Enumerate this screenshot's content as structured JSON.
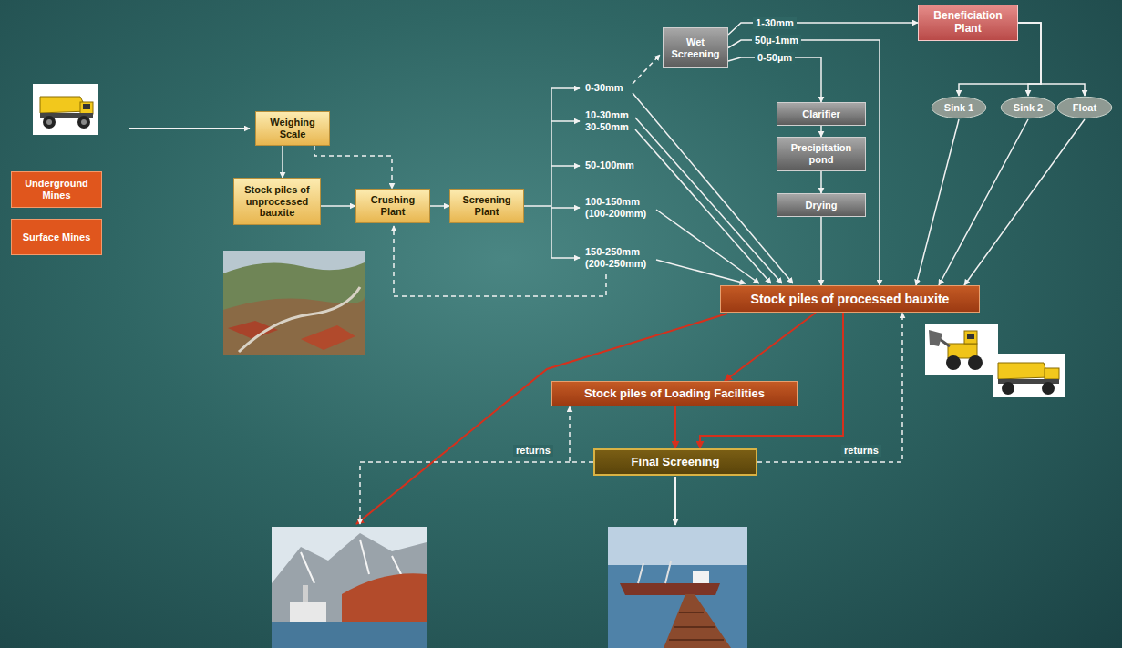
{
  "diagram": {
    "nodes": [
      {
        "text": [
          "Underground Mines"
        ]
      },
      {
        "text": [
          "Surface Mines"
        ]
      },
      {
        "text": [
          "Weighing Scale"
        ]
      },
      {
        "text": [
          "Stock piles of unprocessed bauxite"
        ]
      },
      {
        "text": [
          "Crushing Plant"
        ]
      },
      {
        "text": [
          "Screening Plant"
        ]
      },
      {
        "text": [
          "Wet Screening"
        ]
      },
      {
        "text": [
          "Beneficiation Plant"
        ]
      },
      {
        "text": [
          "Clarifier"
        ]
      },
      {
        "text": [
          "Precipitation pond"
        ]
      },
      {
        "text": [
          "Drying"
        ]
      },
      {
        "text": [
          "Sink 1"
        ]
      },
      {
        "text": [
          "Sink 2"
        ]
      },
      {
        "text": [
          "Float"
        ]
      },
      {
        "text": [
          "Stock piles of processed bauxite"
        ]
      },
      {
        "text": [
          "Stock piles of Loading Facilities"
        ]
      },
      {
        "text": [
          "Final Screening"
        ]
      }
    ],
    "edges": [
      {
        "from": 2,
        "to": 3,
        "arrow": "to"
      },
      {
        "from": 2,
        "to": 4,
        "arrow": "to"
      },
      {
        "from": 3,
        "to": 4,
        "arrow": "to"
      },
      {
        "from": 4,
        "to": 5,
        "arrow": "to"
      },
      {
        "from": 6,
        "to": 7,
        "label": "1-30mm",
        "arrow": "to"
      },
      {
        "from": 6,
        "to": 14,
        "label": "50µ-1mm",
        "arrow": "to"
      },
      {
        "from": 6,
        "to": 8,
        "label": "0-50µm",
        "arrow": "to"
      },
      {
        "from": 8,
        "to": 9,
        "arrow": "to"
      },
      {
        "from": 9,
        "to": 10,
        "arrow": "to"
      },
      {
        "from": 10,
        "to": 14,
        "arrow": "to"
      },
      {
        "from": 7,
        "to": 11,
        "arrow": "to"
      },
      {
        "from": 7,
        "to": 12,
        "arrow": "to"
      },
      {
        "from": 7,
        "to": 13,
        "arrow": "to"
      },
      {
        "from": 11,
        "to": 14,
        "arrow": "to"
      },
      {
        "from": 12,
        "to": 14,
        "arrow": "to"
      },
      {
        "from": 13,
        "to": 14,
        "arrow": "to"
      },
      {
        "from": 14,
        "to": 15,
        "arrow": "to"
      },
      {
        "from": 14,
        "to": 16,
        "arrow": "to"
      },
      {
        "from": 15,
        "to": 16,
        "arrow": "to"
      },
      {
        "from": 16,
        "to": 15,
        "label": "returns",
        "arrow": "to"
      },
      {
        "from": 16,
        "to": 14,
        "label": "returns",
        "arrow": "to"
      }
    ],
    "labels": [
      "0-30mm",
      "10-30mm",
      "30-50mm",
      "50-100mm",
      "100-150mm",
      "(100-200mm)",
      "150-250mm",
      "(200-250mm)"
    ]
  }
}
